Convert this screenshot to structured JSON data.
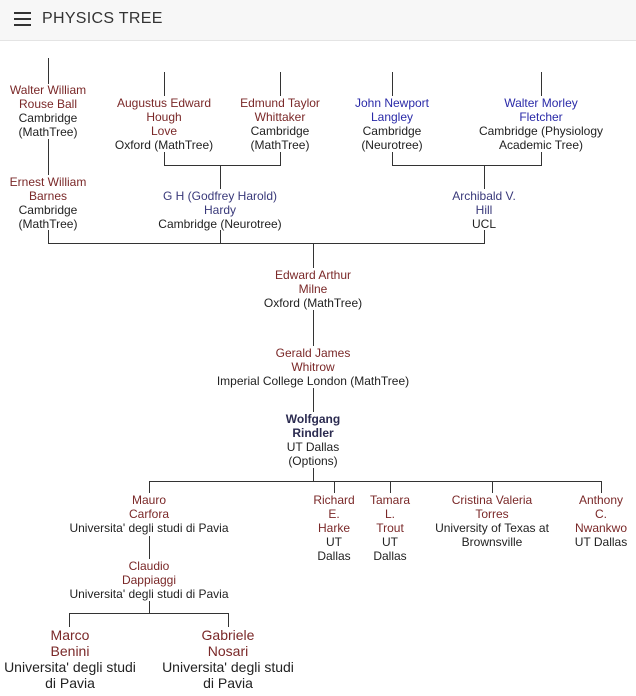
{
  "header": {
    "title": "PHYSICS TREE"
  },
  "tree": {
    "rouse_ball": {
      "name": [
        "Walter William",
        "Rouse Ball"
      ],
      "affil": [
        "Cambridge",
        "(MathTree)"
      ]
    },
    "love": {
      "name": [
        "Augustus Edward",
        "Hough",
        "Love"
      ],
      "affil": [
        "Oxford (MathTree)"
      ]
    },
    "whittaker": {
      "name": [
        "Edmund Taylor",
        "Whittaker"
      ],
      "affil": [
        "Cambridge",
        "(MathTree)"
      ]
    },
    "langley": {
      "name": [
        "John Newport",
        "Langley"
      ],
      "affil": [
        "Cambridge",
        "(Neurotree)"
      ]
    },
    "fletcher": {
      "name": [
        "Walter Morley",
        "Fletcher"
      ],
      "affil": [
        "Cambridge (Physiology",
        "Academic Tree)"
      ]
    },
    "barnes": {
      "name": [
        "Ernest William",
        "Barnes"
      ],
      "affil": [
        "Cambridge",
        "(MathTree)"
      ]
    },
    "hardy": {
      "name": [
        "G H (Godfrey Harold)",
        "Hardy"
      ],
      "affil": [
        "Cambridge (Neurotree)"
      ]
    },
    "hill": {
      "name": [
        "Archibald V.",
        "Hill"
      ],
      "affil": [
        "UCL"
      ]
    },
    "milne": {
      "name": [
        "Edward Arthur",
        "Milne"
      ],
      "affil": [
        "Oxford (MathTree)"
      ]
    },
    "whitrow": {
      "name": [
        "Gerald James",
        "Whitrow"
      ],
      "affil": [
        "Imperial College London (MathTree)"
      ]
    },
    "rindler": {
      "name": [
        "Wolfgang",
        "Rindler"
      ],
      "affil": [
        "UT Dallas",
        "(Options)"
      ]
    },
    "carfora": {
      "name": [
        "Mauro",
        "Carfora"
      ],
      "affil": [
        "Universita' degli studi di Pavia"
      ]
    },
    "harke": {
      "name": [
        "Richard",
        "E.",
        "Harke"
      ],
      "affil": [
        "UT",
        "Dallas"
      ]
    },
    "trout": {
      "name": [
        "Tamara",
        "L.",
        "Trout"
      ],
      "affil": [
        "UT",
        "Dallas"
      ]
    },
    "torres": {
      "name": [
        "Cristina Valeria",
        "Torres"
      ],
      "affil": [
        "University of Texas at",
        "Brownsville"
      ]
    },
    "nwankwo": {
      "name": [
        "Anthony",
        "C.",
        "Nwankwo"
      ],
      "affil": [
        "UT Dallas"
      ]
    },
    "dappiaggi": {
      "name": [
        "Claudio",
        "Dappiaggi"
      ],
      "affil": [
        "Universita' degli studi di Pavia"
      ]
    },
    "benini": {
      "name": [
        "Marco",
        "Benini"
      ],
      "affil": [
        "Universita' degli studi",
        "di Pavia"
      ]
    },
    "nosari": {
      "name": [
        "Gabriele",
        "Nosari"
      ],
      "affil": [
        "Universita' degli studi",
        "di Pavia"
      ]
    }
  }
}
